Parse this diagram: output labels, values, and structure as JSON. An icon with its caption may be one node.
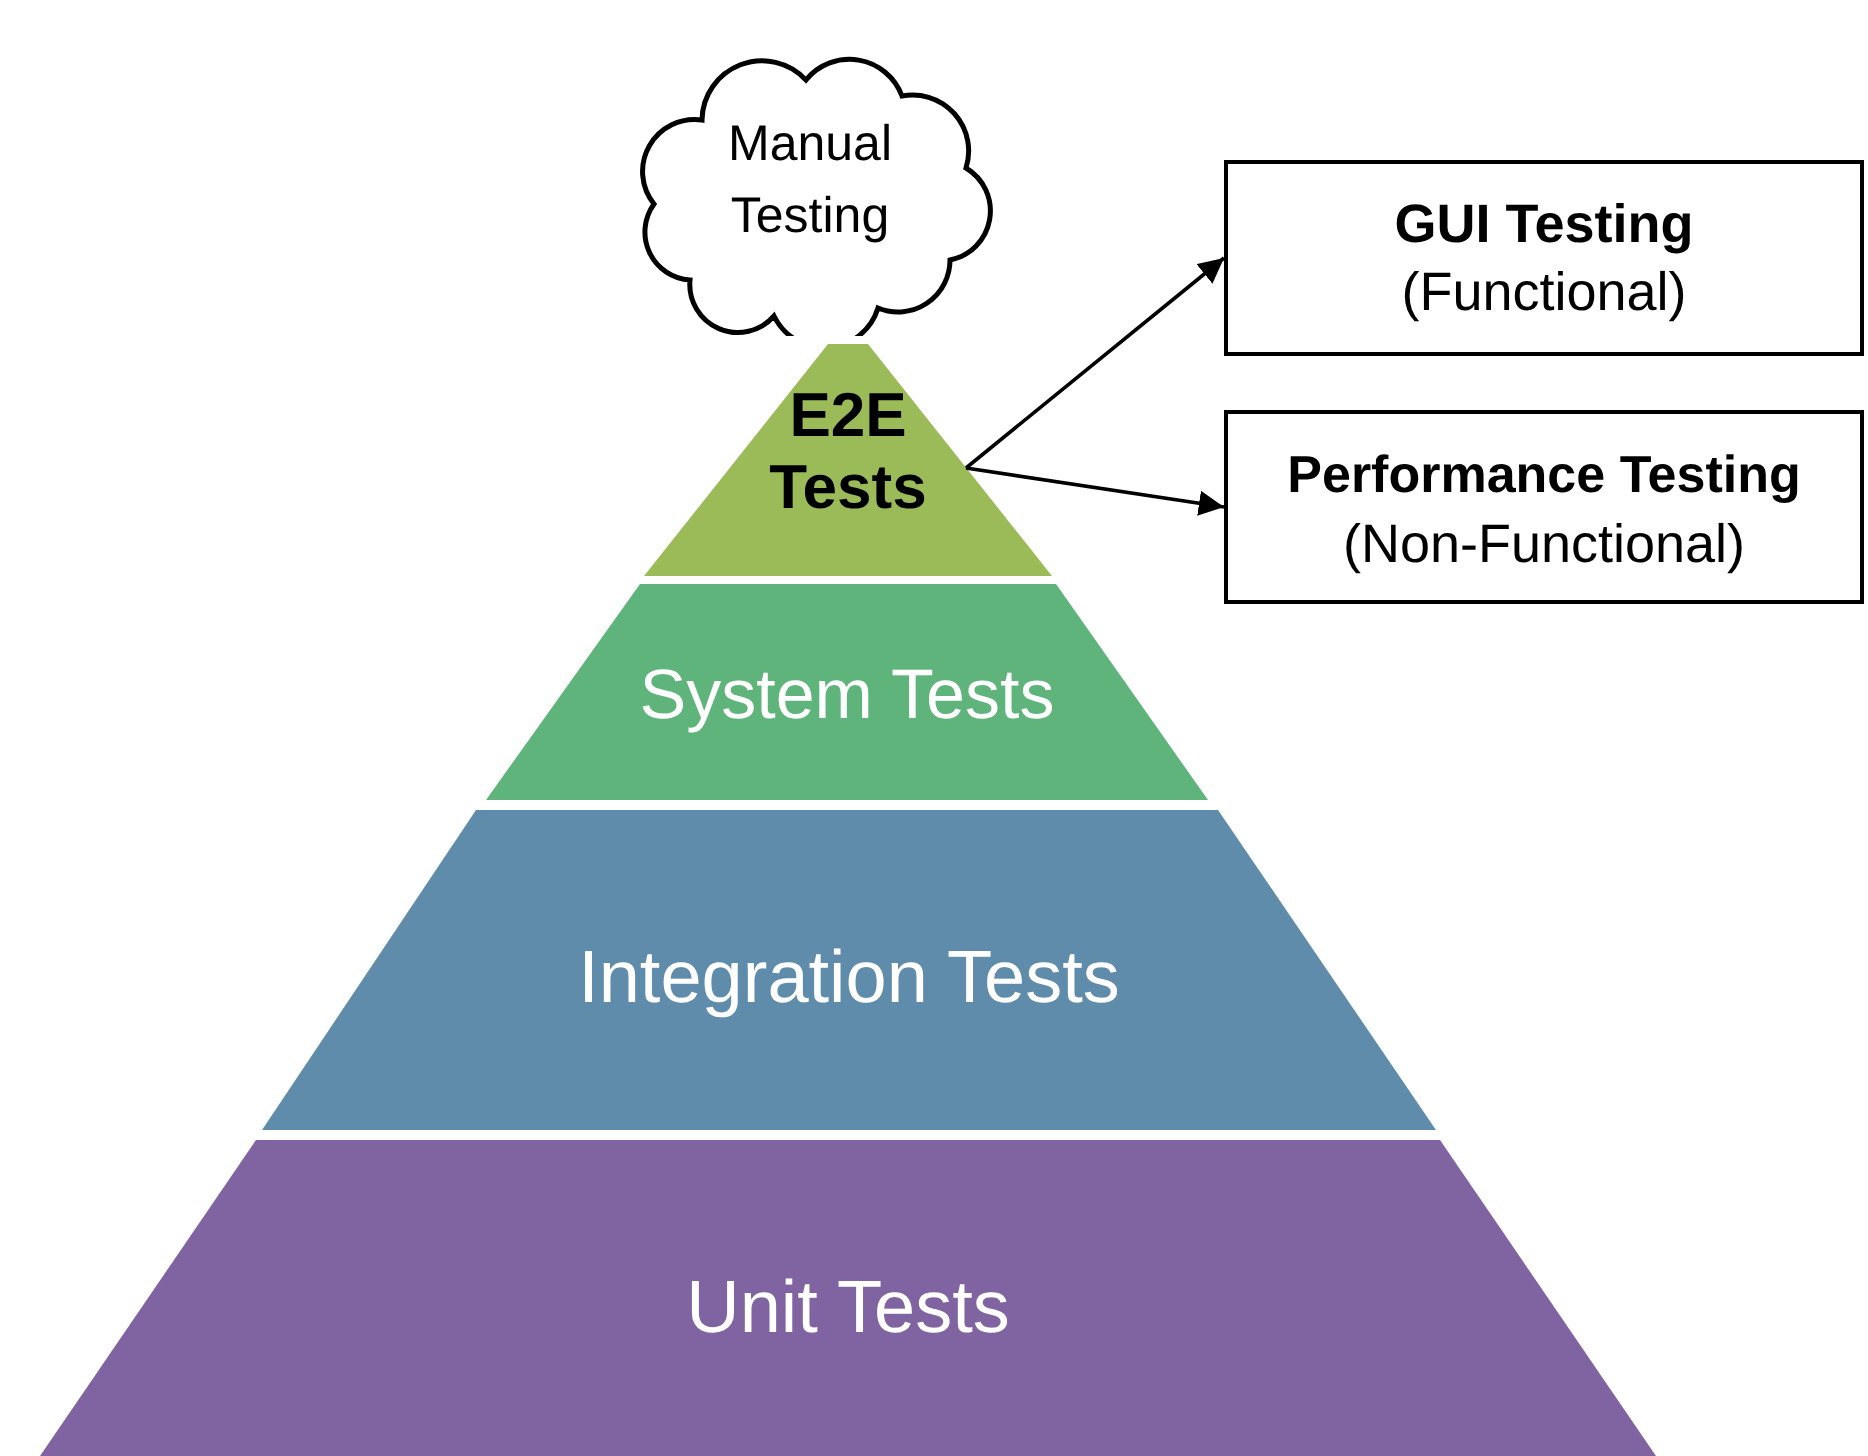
{
  "diagram": {
    "nodes": [
      {
        "text": [
          "Manual Testing"
        ]
      },
      {
        "text": [
          "E2E Tests"
        ]
      },
      {
        "text": [
          "System Tests"
        ]
      },
      {
        "text": [
          "Integration Tests"
        ]
      },
      {
        "text": [
          "Unit Tests"
        ]
      },
      {
        "text": [
          "GUI Testing",
          "(Functional)"
        ]
      },
      {
        "text": [
          "Performance Testing",
          "(Non-Functional)"
        ]
      }
    ],
    "edges": [
      {
        "from": 1,
        "to": 5,
        "arrow": "to"
      },
      {
        "from": 1,
        "to": 6,
        "arrow": "to"
      }
    ]
  }
}
